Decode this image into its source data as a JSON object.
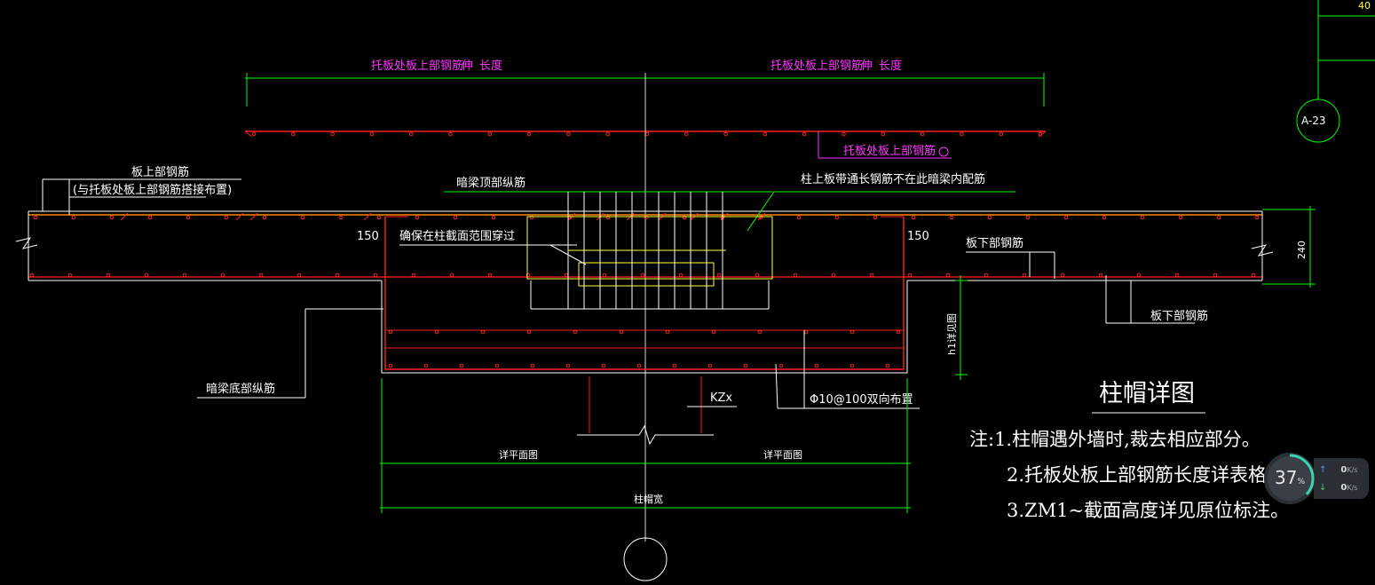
{
  "drawing": {
    "top_label_left": "托板处板上部钢筋",
    "top_label_left_b": "伸",
    "top_label_left_c": "长度",
    "top_label_right": "托板处板上部钢筋",
    "top_label_right_b": "伸",
    "top_label_right_c": "长度",
    "mid_label": "托板处板上部钢筋",
    "slab_top_rebar": "板上部钢筋",
    "slab_top_rebar_note": "(与托板处板上部钢筋搭接布置)",
    "hidden_beam_top": "暗梁顶部纵筋",
    "column_strip_note": "柱上板带通长钢筋不在此暗梁内配筋",
    "dim_150_left": "150",
    "dim_150_right": "150",
    "ensure_note": "确保在柱截面范围穿过",
    "slab_bottom_rebar": "板下部钢筋",
    "slab_bottom_rebar_2": "板下部钢筋",
    "dim_240": "240",
    "vertical_note": "h1详见图",
    "hidden_beam_bottom": "暗梁底部纵筋",
    "column_label": "KZx",
    "stirrup_note": "Φ10@100双向布置",
    "dim_left_half": "详平面图",
    "dim_right_half": "详平面图",
    "dim_total": "柱帽宽",
    "axis_tag": "A-23",
    "top_right_num": "40"
  },
  "title": "柱帽详图",
  "notes": [
    "注:1.柱帽遇外墙时,裁去相应部分。",
    "2.托板处板上部钢筋长度详表格。",
    "3.ZM1~截面高度详见原位标注。"
  ],
  "widget": {
    "percent": "37",
    "percent_sign": "%",
    "up_rate": "0",
    "down_rate": "0",
    "unit": "K/s",
    "usage_fraction": 0.37
  },
  "colors": {
    "background": "#000000",
    "green": "#00ff00",
    "red": "#ff2020",
    "magenta": "#ff33ff",
    "yellow": "#ffff33",
    "white": "#ffffff",
    "orange": "#ff8800"
  }
}
